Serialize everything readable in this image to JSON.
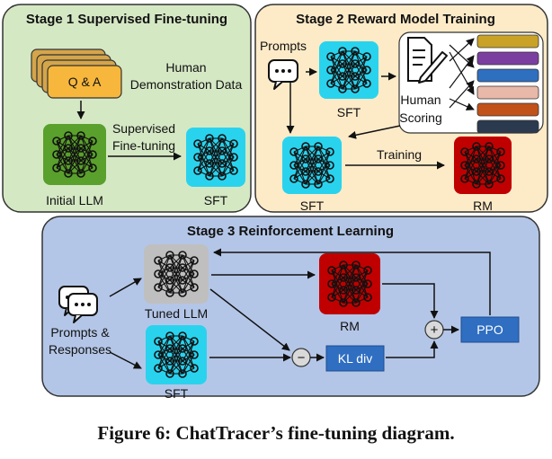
{
  "stage1": {
    "title": "Stage 1 Supervised Fine-tuning",
    "qa_label": "Q & A",
    "demo_line1": "Human",
    "demo_line2": "Demonstration Data",
    "sft_step_line1": "Supervised",
    "sft_step_line2": "Fine-tuning",
    "initial_llm": "Initial LLM",
    "sft": "SFT"
  },
  "stage2": {
    "title": "Stage 2 Reward Model Training",
    "prompts": "Prompts",
    "sft_top": "SFT",
    "human_line1": "Human",
    "human_line2": "Scoring",
    "training": "Training",
    "sft_bottom": "SFT",
    "rm": "RM",
    "score_bar_colors": [
      "#c9a227",
      "#7b3fa0",
      "#2f6fbf",
      "#e8b8a8",
      "#c0521a",
      "#2b3a4e"
    ]
  },
  "stage3": {
    "title": "Stage 3 Reinforcement Learning",
    "prompts_line1": "Prompts &",
    "prompts_line2": "Responses",
    "tuned_llm": "Tuned LLM",
    "sft": "SFT",
    "rm": "RM",
    "minus": "−",
    "plus": "+",
    "kl": "KL div",
    "ppo": "PPO"
  },
  "caption": "Figure 6: ChatTracer’s fine-tuning diagram.",
  "colors": {
    "stage1_bg": "#d5e8c4",
    "stage2_bg": "#fdebc8",
    "stage3_bg": "#b4c6e7",
    "net_cyan": "#29d3ee",
    "net_green": "#5aa02c",
    "net_red": "#c00000",
    "net_gray": "#bfbfbf",
    "box_blue": "#2f6ec1"
  }
}
